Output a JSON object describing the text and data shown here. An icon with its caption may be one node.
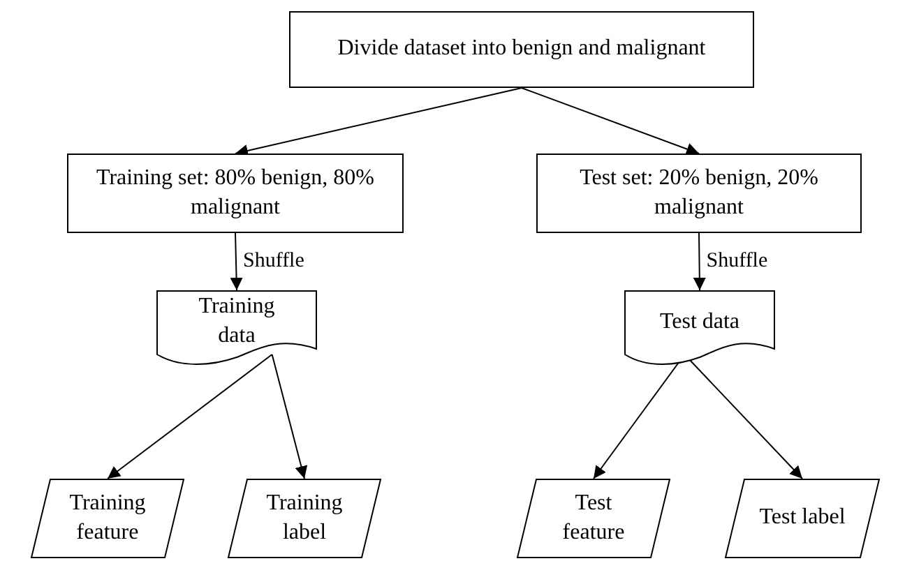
{
  "diagram": {
    "nodes": [
      {
        "text": [
          "Divide dataset into benign and malignant"
        ]
      },
      {
        "text": [
          "Training set: 80% benign, 80% malignant"
        ]
      },
      {
        "text": [
          "Test set: 20% benign, 20% malignant"
        ]
      },
      {
        "text": [
          "Training data"
        ]
      },
      {
        "text": [
          "Test data"
        ]
      },
      {
        "text": [
          "Training feature"
        ]
      },
      {
        "text": [
          "Training label"
        ]
      },
      {
        "text": [
          "Test feature"
        ]
      },
      {
        "text": [
          "Test label"
        ]
      }
    ],
    "edges": [
      {
        "from": 0,
        "to": 1,
        "arrow": "to"
      },
      {
        "from": 0,
        "to": 2,
        "arrow": "to"
      },
      {
        "from": 1,
        "to": 3,
        "arrow": "to",
        "label": "Shuffle"
      },
      {
        "from": 2,
        "to": 4,
        "arrow": "to",
        "label": "Shuffle"
      },
      {
        "from": 3,
        "to": 5,
        "arrow": "to"
      },
      {
        "from": 3,
        "to": 6,
        "arrow": "to"
      },
      {
        "from": 4,
        "to": 7,
        "arrow": "to"
      },
      {
        "from": 4,
        "to": 8,
        "arrow": "to"
      }
    ]
  }
}
